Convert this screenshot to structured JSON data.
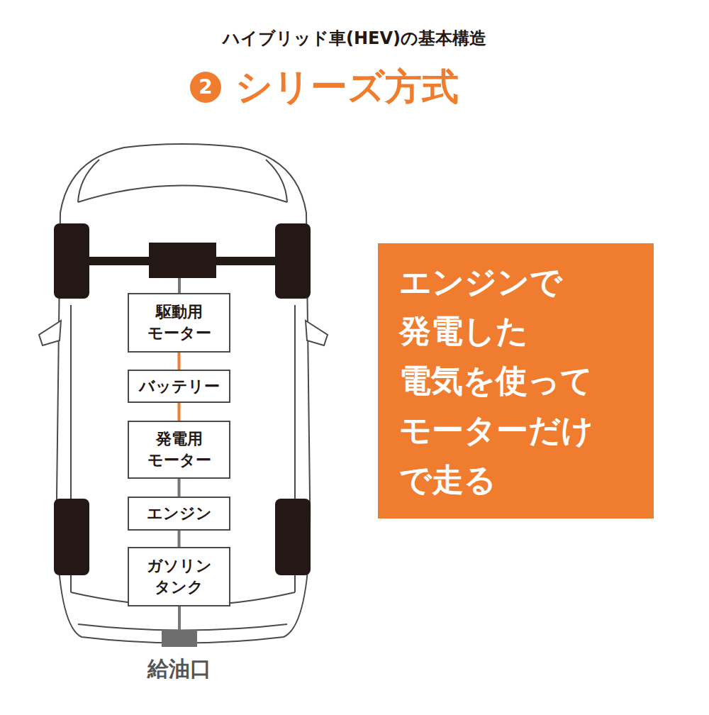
{
  "diagram": {
    "title": "ハイブリッド車(HEV)の基本構造",
    "nodes": [
      {
        "text": [
          "2"
        ]
      },
      {
        "text": [
          "駆動用 モーター"
        ]
      },
      {
        "text": [
          "バッテリー"
        ]
      },
      {
        "text": [
          "発電用 モーター"
        ]
      },
      {
        "text": [
          "エンジン"
        ]
      },
      {
        "text": [
          "ガソリン タンク"
        ]
      },
      {
        "text": [
          "エンジンで 発電した 電気を使って モーターだけ で走る"
        ]
      }
    ],
    "edges": [
      {
        "from": 1,
        "to": 2,
        "arrow": "none"
      },
      {
        "from": 2,
        "to": 3,
        "arrow": "none"
      },
      {
        "from": 3,
        "to": 4,
        "arrow": "none"
      },
      {
        "from": 4,
        "to": 5,
        "arrow": "none"
      }
    ],
    "labels": [
      "シリーズ方式",
      "給油口"
    ]
  }
}
